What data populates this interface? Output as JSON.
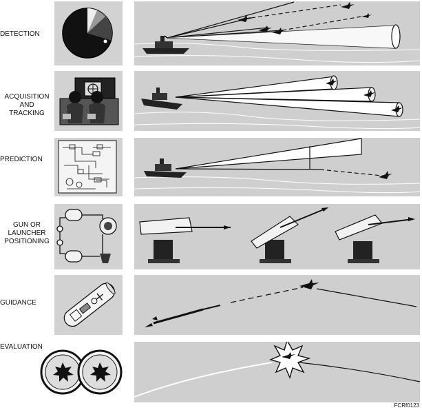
{
  "stages": [
    {
      "key": "detection",
      "label_lines": [
        "DETECTION"
      ]
    },
    {
      "key": "acquisition",
      "label_lines": [
        "ACQUISITION",
        "AND",
        "TRACKING"
      ]
    },
    {
      "key": "prediction",
      "label_lines": [
        "PREDICTION"
      ]
    },
    {
      "key": "positioning",
      "label_lines": [
        "GUN OR",
        "LAUNCHER",
        "POSITIONING"
      ]
    },
    {
      "key": "guidance",
      "label_lines": [
        "GUIDANCE"
      ]
    },
    {
      "key": "evaluation",
      "label_lines": [
        "EVALUATION"
      ]
    }
  ],
  "figure_code": "FCRf0123"
}
